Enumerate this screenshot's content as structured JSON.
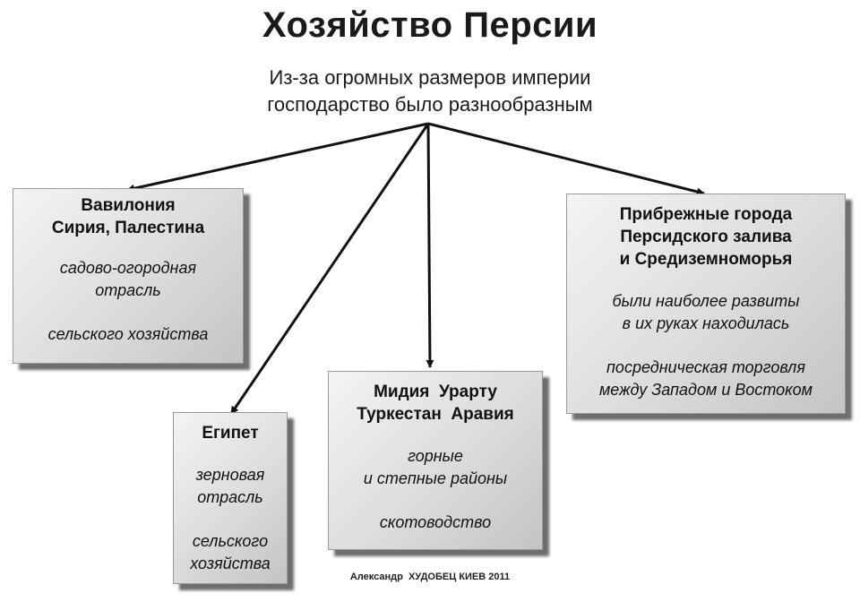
{
  "title": "Хозяйство Персии",
  "subtitle": [
    "Из-за огромных размеров империи",
    "господарство было разнообразным"
  ],
  "boxes": {
    "babylon": {
      "region": [
        "Вавилония",
        "Сирия, Палестина"
      ],
      "desc1": [
        "садово-огородная",
        "отрасль"
      ],
      "desc2": [
        "сельского хозяйства"
      ]
    },
    "egypt": {
      "region": [
        "Египет"
      ],
      "desc1": [
        "зерновая",
        "отрасль"
      ],
      "desc2": [
        "сельского",
        "хозяйства"
      ]
    },
    "media": {
      "region": [
        "Мидия  Урарту",
        "Туркестан  Аравия"
      ],
      "desc1": [
        "горные",
        "и степные районы"
      ],
      "desc2": [
        "скотоводство"
      ]
    },
    "coastal": {
      "region": [
        "Прибрежные города",
        "Персидского залива",
        "и Средиземноморья"
      ],
      "desc1": [
        "были наиболее развиты",
        "в их руках находилась"
      ],
      "desc2": [
        "посредническая торговля",
        "между Западом и Востоком"
      ]
    }
  },
  "credit": "Александр  ХУДОБЕЦ КИЕВ 2011"
}
